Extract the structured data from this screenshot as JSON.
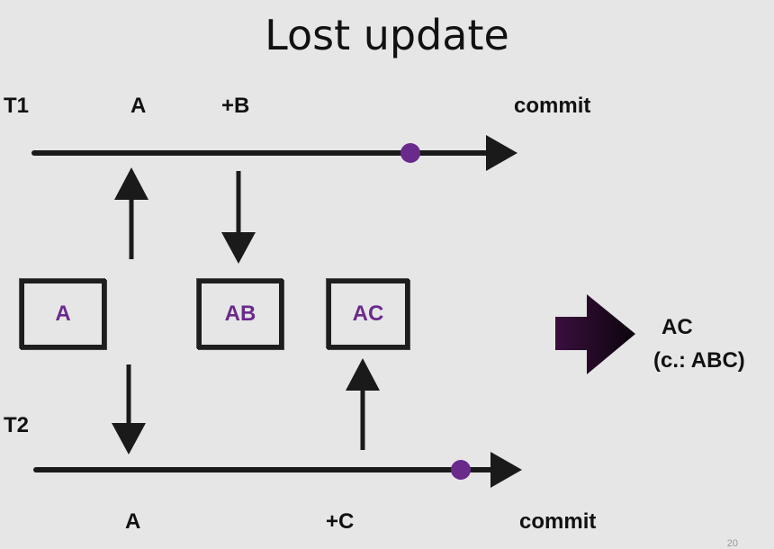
{
  "title": "Lost update",
  "t1": {
    "label": "T1",
    "op1": "A",
    "op2": "+B",
    "commit": "commit"
  },
  "t2": {
    "label": "T2",
    "op1": "A",
    "op2": "+C",
    "commit": "commit"
  },
  "states": [
    "A",
    "AB",
    "AC"
  ],
  "result": {
    "value": "AC",
    "note": "(c.: ABC)"
  },
  "page_number": "20",
  "colors": {
    "accent": "#6a2a8c",
    "ink": "#1a1a1a",
    "background": "#e6e6e6"
  }
}
